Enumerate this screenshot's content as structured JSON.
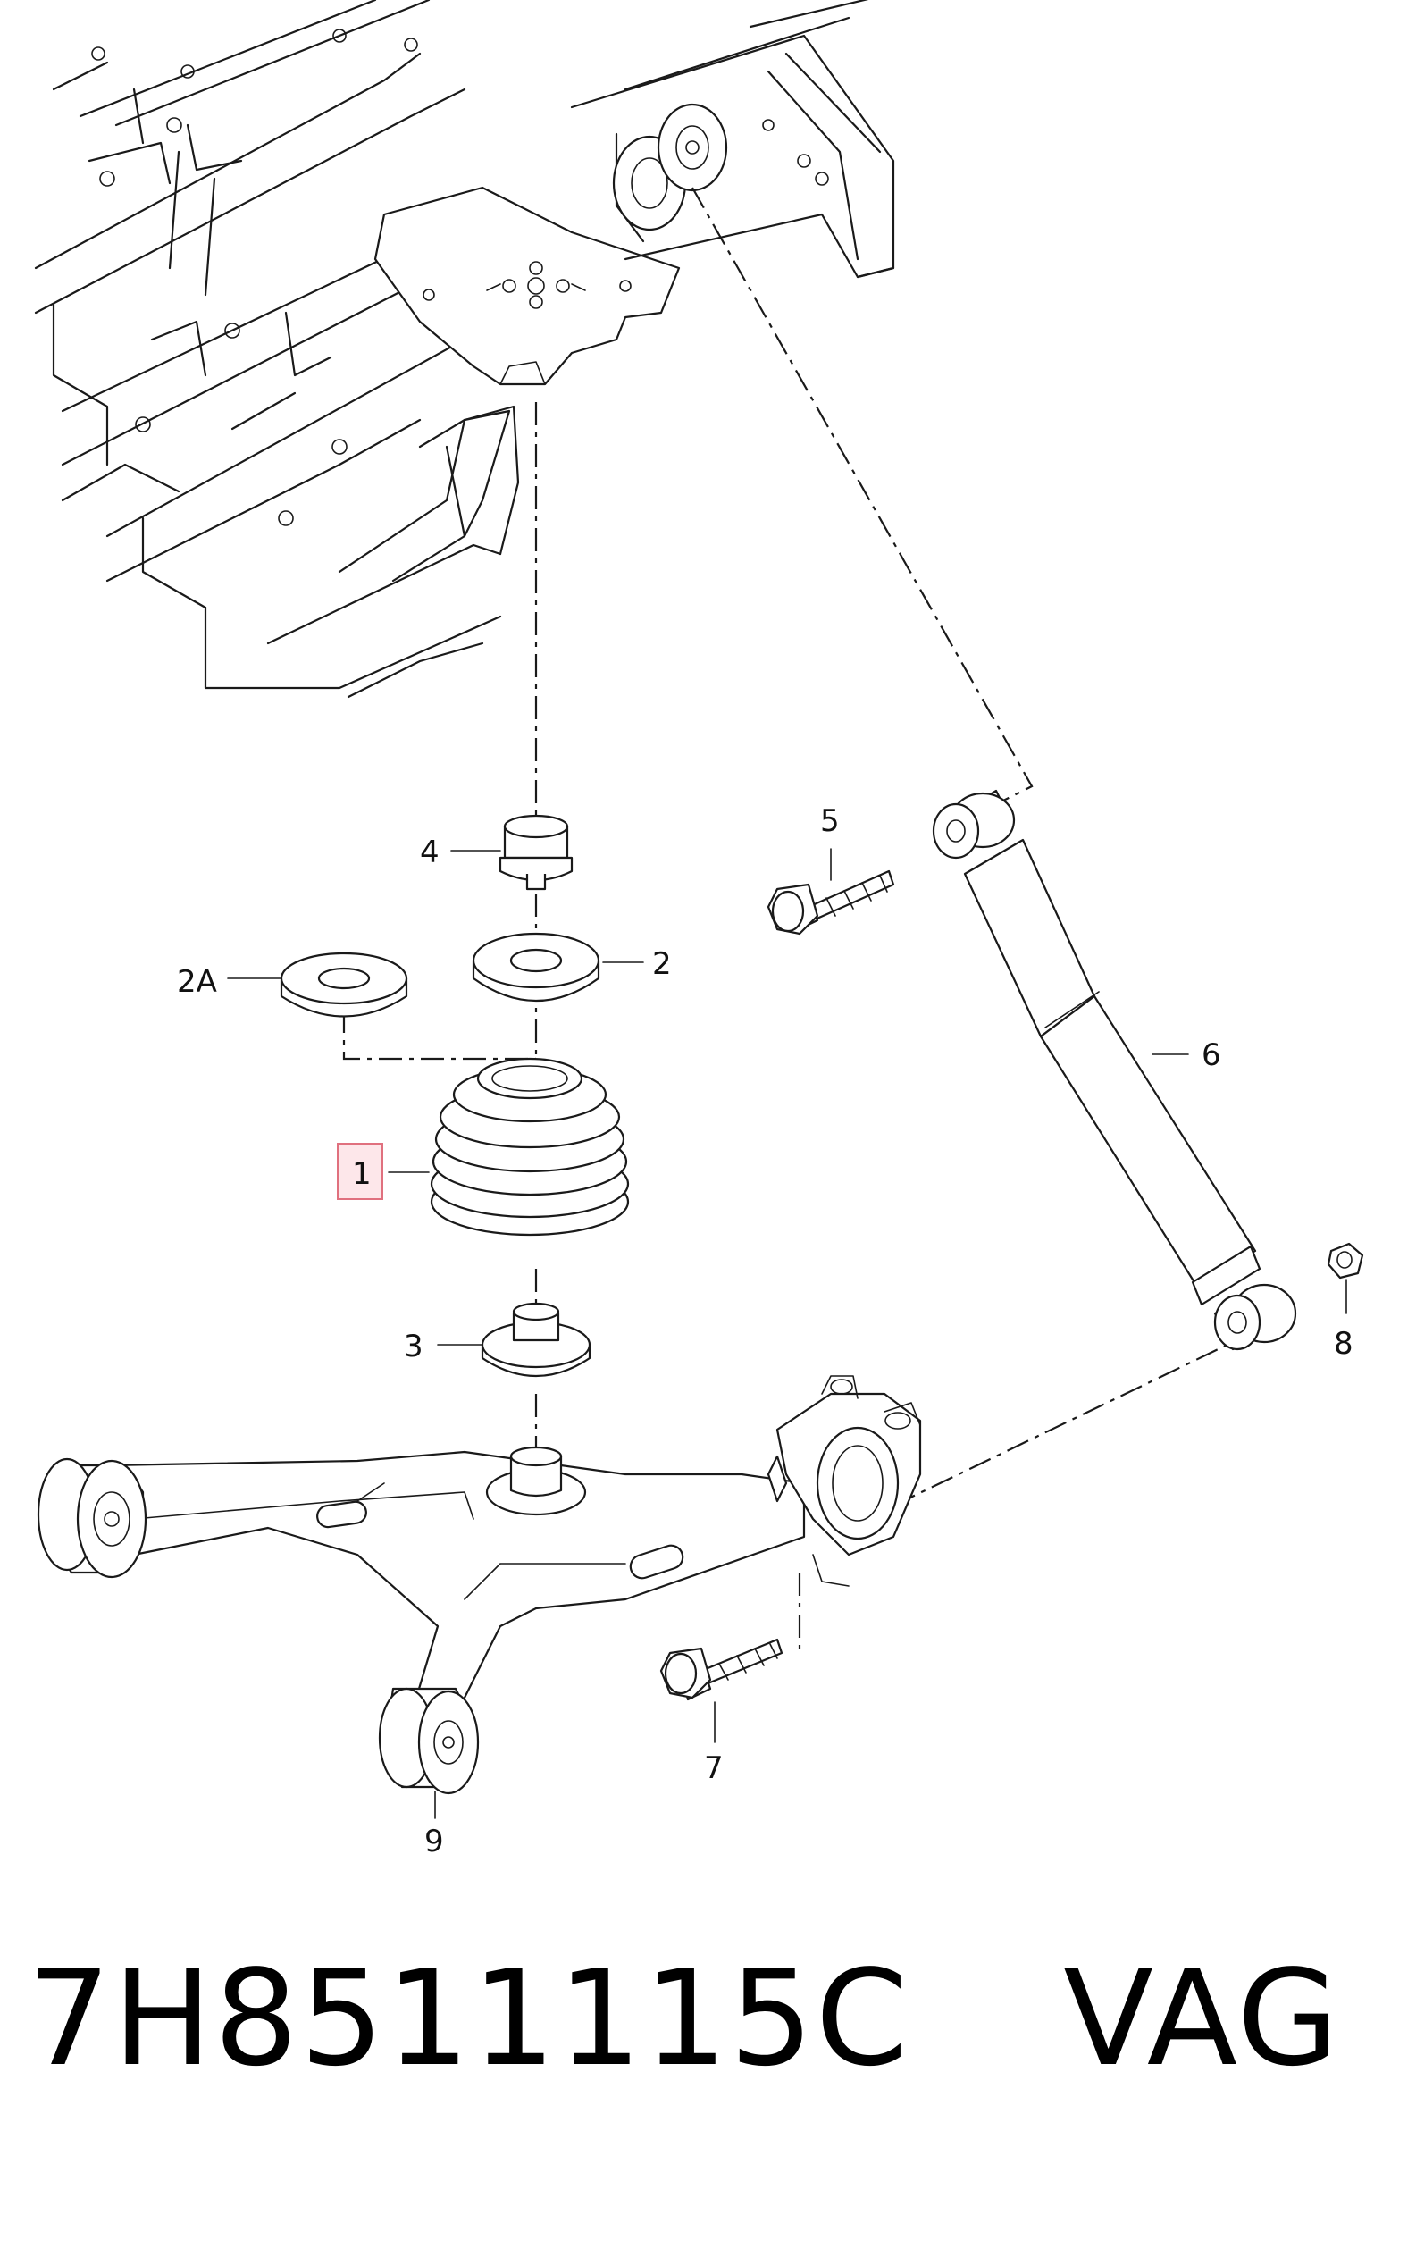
{
  "callouts": {
    "c1": "1",
    "c2": "2",
    "c2a": "2A",
    "c3": "3",
    "c4": "4",
    "c5": "5",
    "c6": "6",
    "c7": "7",
    "c8": "8",
    "c9": "9"
  },
  "highlighted_part": "1",
  "caption": {
    "part_number": "7H8511115C",
    "brand": "VAG"
  },
  "colors": {
    "line": "#1a1a1a",
    "highlight_fill": "#fde7ea",
    "highlight_stroke": "#e0707e"
  }
}
